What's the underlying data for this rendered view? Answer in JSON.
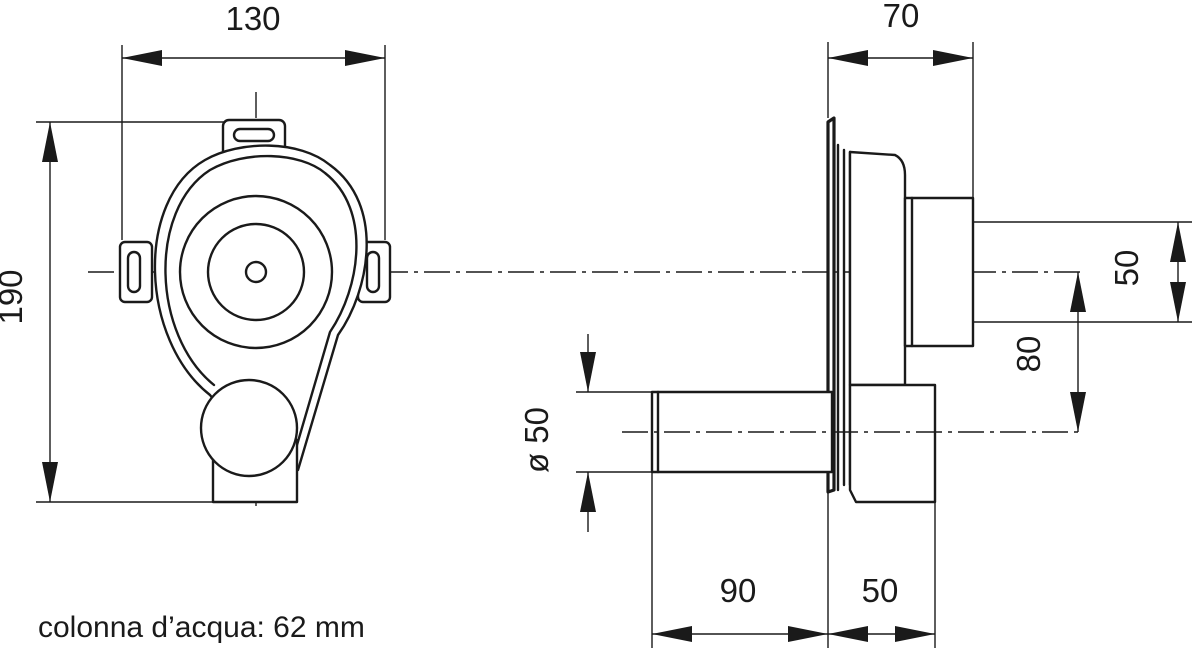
{
  "dimensions": {
    "front_width": "130",
    "front_height": "190",
    "side_depth_top": "70",
    "outlet_offset": "50",
    "inlet_to_outlet": "80",
    "inlet_diameter": "ø 50",
    "inlet_length": "90",
    "body_depth_bottom": "50"
  },
  "note": "colonna d’acqua: 62 mm"
}
